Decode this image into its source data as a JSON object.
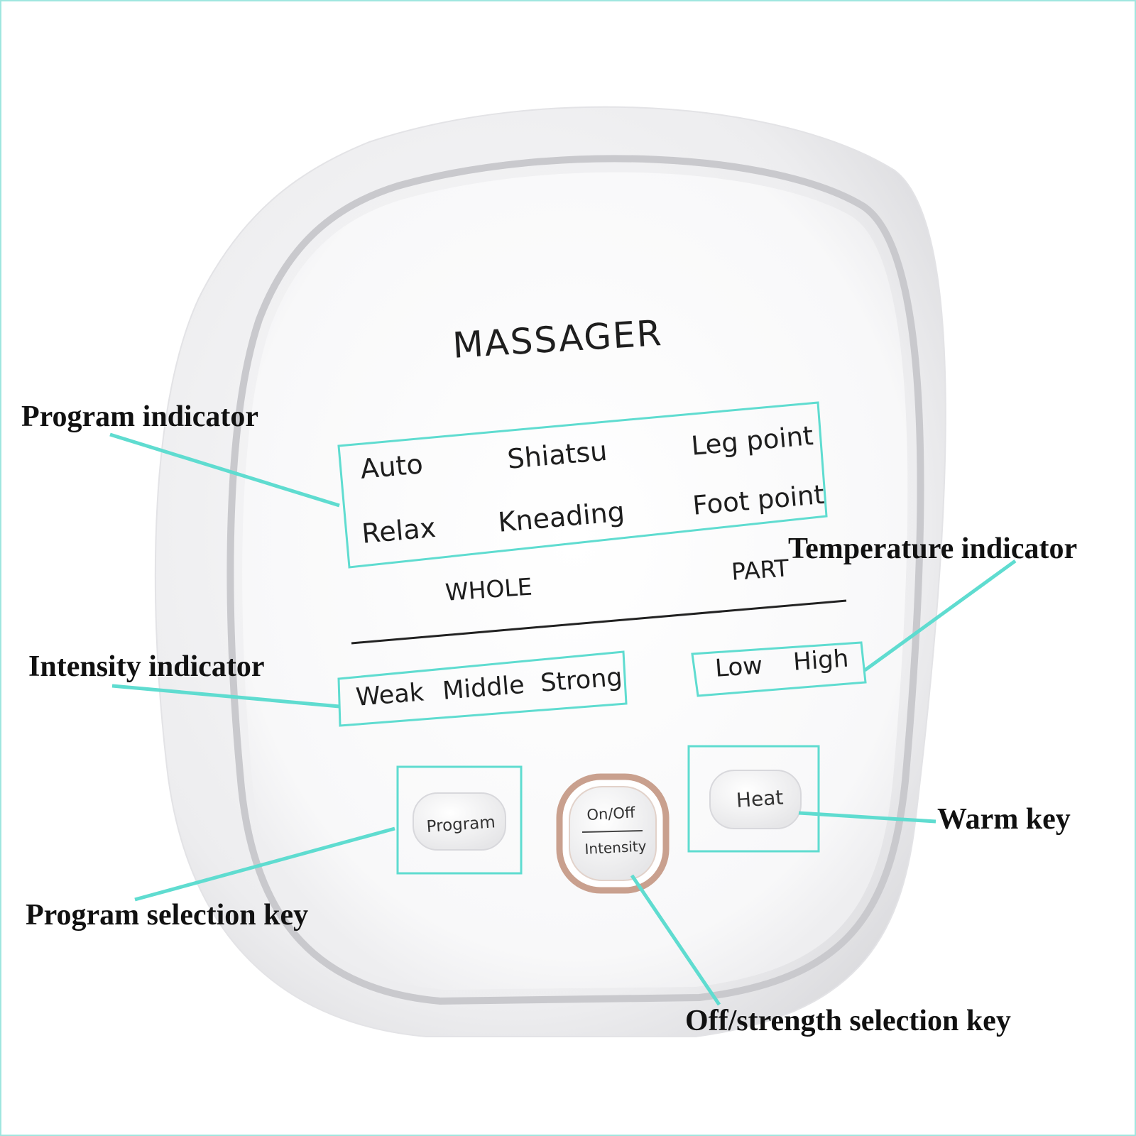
{
  "device": {
    "brand_label": "MASSAGER",
    "program_indicator": {
      "row1": [
        "Auto",
        "Shiatsu",
        "Leg point"
      ],
      "row2": [
        "Relax",
        "Kneading",
        "Foot point"
      ]
    },
    "zone_labels": {
      "whole": "WHOLE",
      "part": "PART"
    },
    "intensity_indicator": [
      "Weak",
      "Middle",
      "Strong"
    ],
    "temperature_indicator": [
      "Low",
      "High"
    ],
    "keys": {
      "program": "Program",
      "power_top": "On/Off",
      "power_bottom": "Intensity",
      "heat": "Heat"
    },
    "colors": {
      "accent": "#5fdcd0",
      "power_ring": "#c9a08e",
      "device_body": "#f4f4f5"
    }
  },
  "callouts": {
    "program_indicator": "Program indicator",
    "temperature_indicator": "Temperature indicator",
    "intensity_indicator": "Intensity indicator",
    "warm_key": "Warm key",
    "program_selection_key": "Program selection key",
    "off_strength_selection_key": "Off/strength selection key"
  }
}
